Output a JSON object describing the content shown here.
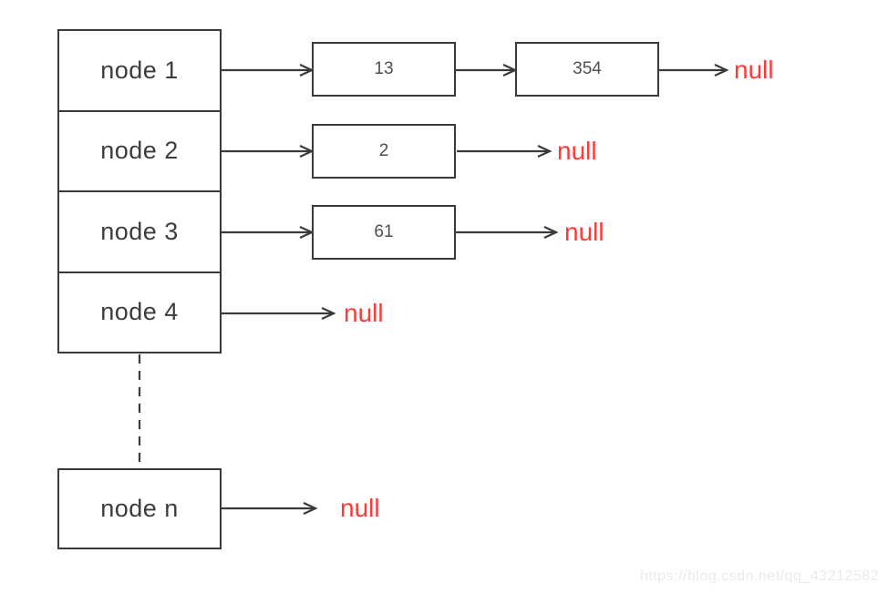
{
  "nodes": {
    "n1": "node 1",
    "n2": "node 2",
    "n3": "node 3",
    "n4": "node 4",
    "nn": "node n"
  },
  "values": {
    "row1_first": "13",
    "row1_second": "354",
    "row2": "2",
    "row3": "61"
  },
  "null_label": "null",
  "colors": {
    "box_border": "#3a3a3a",
    "connector_line": "#3a3a3a",
    "node_text": "#3d3d3d",
    "value_text": "#4f4f4f",
    "null_text": "#fb3a3a",
    "watermark_text": "#eaeaea",
    "background": "#ffffff"
  },
  "watermark": "https://blog.csdn.net/qq_43212582"
}
